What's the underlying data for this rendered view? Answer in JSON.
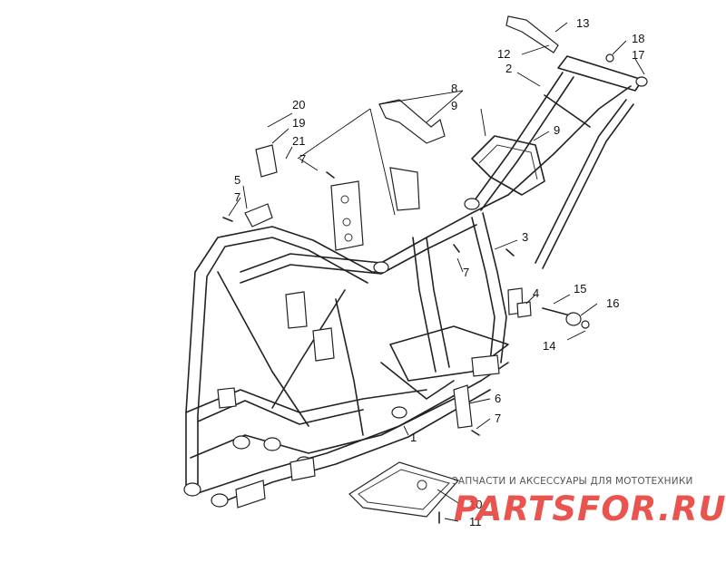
{
  "callouts": [
    {
      "id": "c1",
      "label": "1"
    },
    {
      "id": "c2",
      "label": "2"
    },
    {
      "id": "c3",
      "label": "3"
    },
    {
      "id": "c4",
      "label": "4"
    },
    {
      "id": "c5",
      "label": "5"
    },
    {
      "id": "c6",
      "label": "6"
    },
    {
      "id": "c7a",
      "label": "7"
    },
    {
      "id": "c7b",
      "label": "7"
    },
    {
      "id": "c7c",
      "label": "7"
    },
    {
      "id": "c7d",
      "label": "7"
    },
    {
      "id": "c8",
      "label": "8"
    },
    {
      "id": "c9a",
      "label": "9"
    },
    {
      "id": "c9b",
      "label": "9"
    },
    {
      "id": "c10",
      "label": "10"
    },
    {
      "id": "c11",
      "label": "11"
    },
    {
      "id": "c12",
      "label": "12"
    },
    {
      "id": "c13",
      "label": "13"
    },
    {
      "id": "c14",
      "label": "14"
    },
    {
      "id": "c15",
      "label": "15"
    },
    {
      "id": "c16",
      "label": "16"
    },
    {
      "id": "c17",
      "label": "17"
    },
    {
      "id": "c18",
      "label": "18"
    },
    {
      "id": "c19",
      "label": "19"
    },
    {
      "id": "c20",
      "label": "20"
    },
    {
      "id": "c21",
      "label": "21"
    }
  ],
  "watermark": {
    "text": "ЗАПЧАСТИ И АКСЕССУАРЫ ДЛЯ МОТОТЕХНИКИ",
    "logo": "PARTSFOR.RU"
  }
}
